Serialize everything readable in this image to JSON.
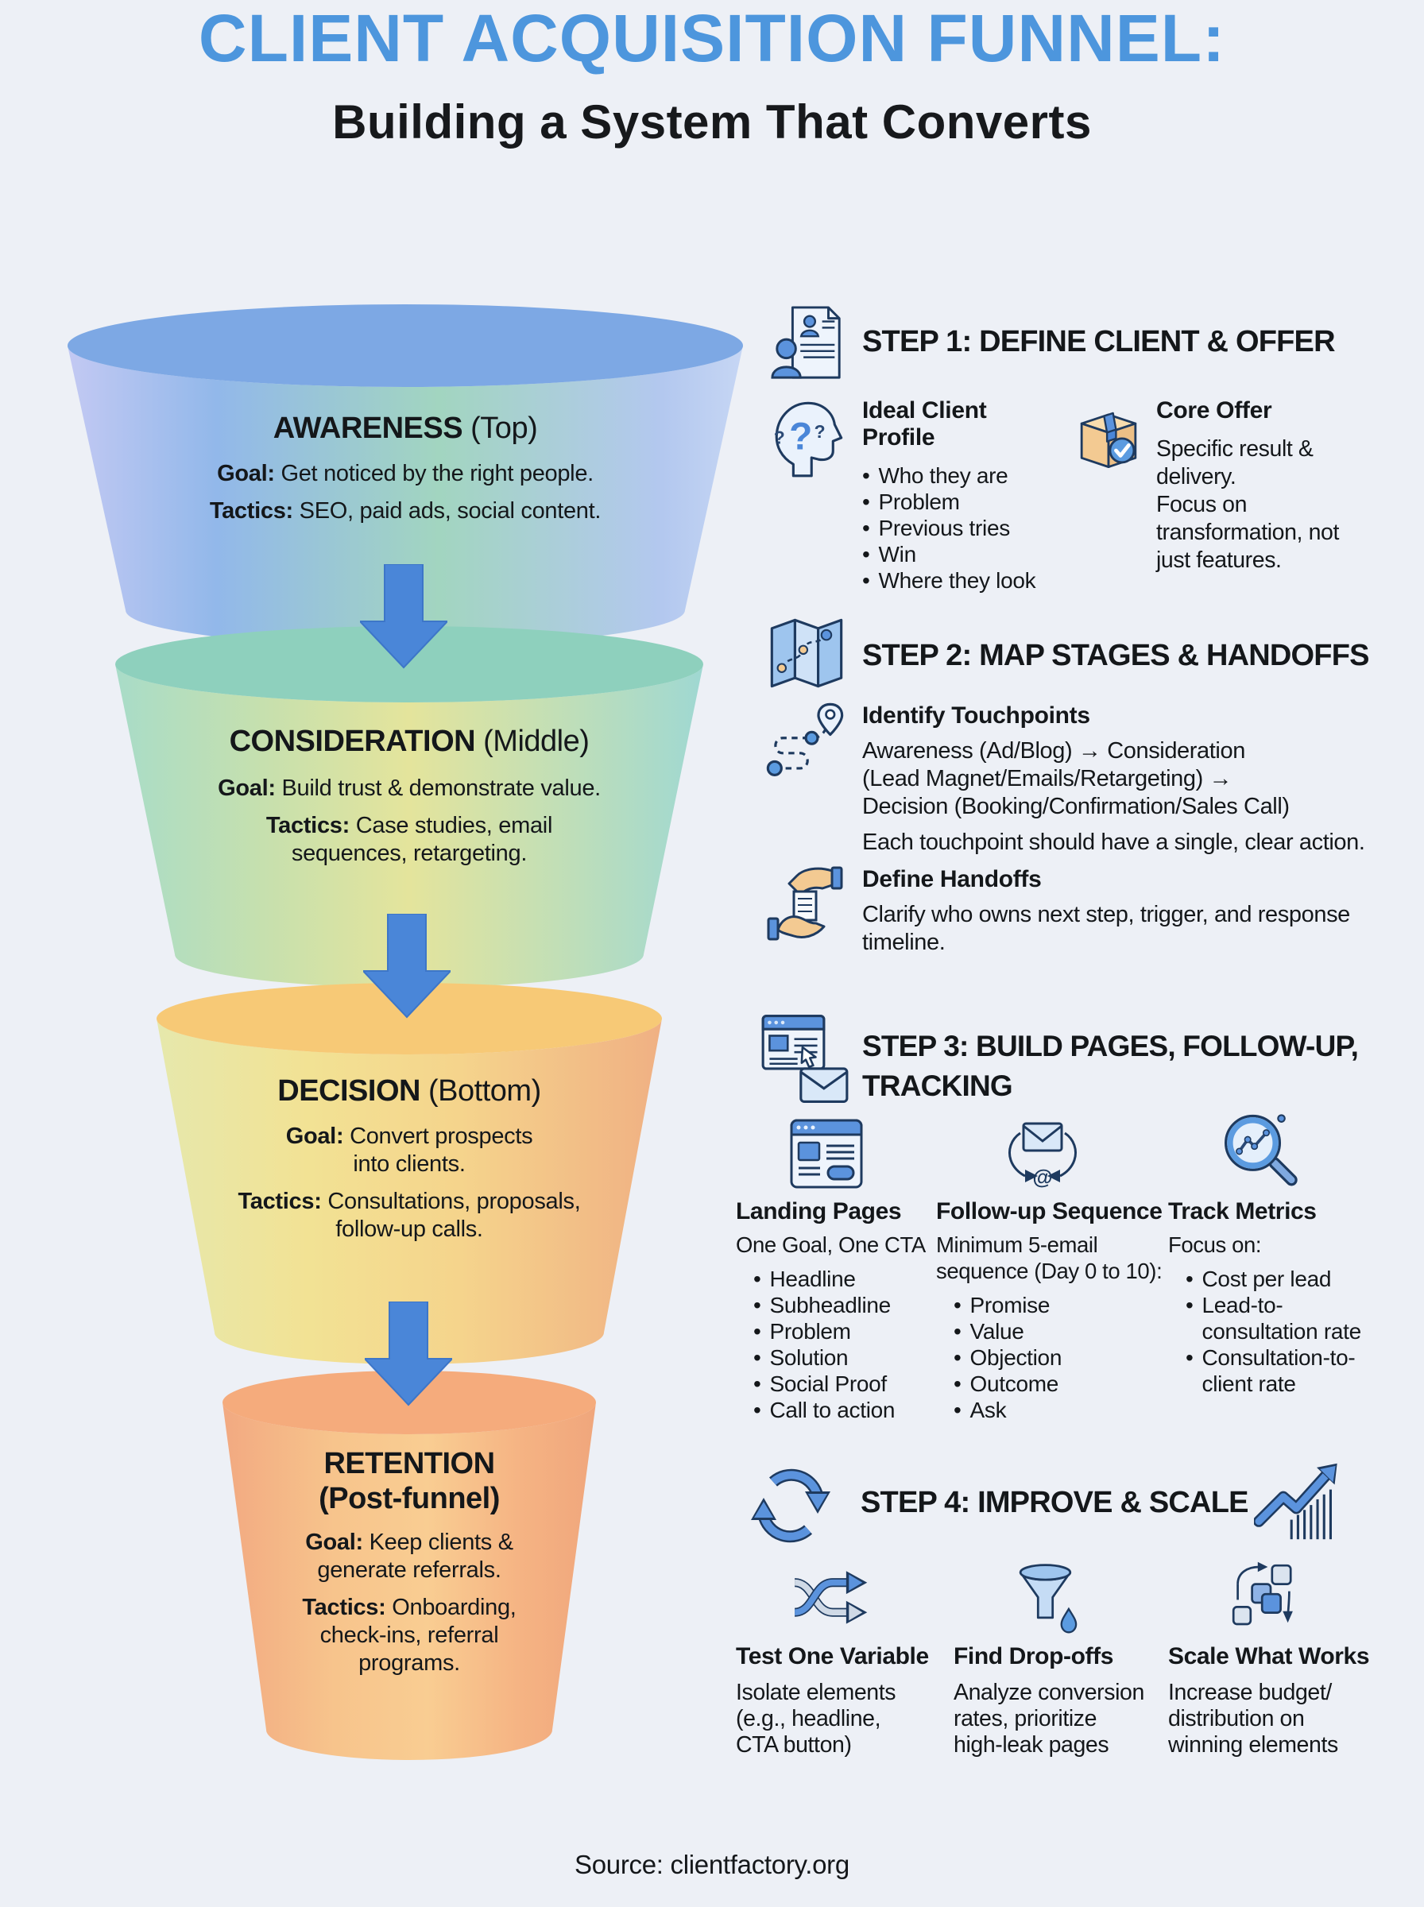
{
  "page": {
    "background": "#edf0f6",
    "title": "CLIENT ACQUISITION FUNNEL:",
    "title_color": "#4d96dd",
    "subtitle": "Building a System That Converts",
    "source": "Source: clientfactory.org"
  },
  "funnel": {
    "arrow_color": "#4a86d8",
    "arrow_icon": "down-arrow-icon",
    "stages": [
      {
        "name": "AWARENESS",
        "qualifier": "(Top)",
        "goal_label": "Goal:",
        "goal": "Get noticed by the right people.",
        "tactics_label": "Tactics:",
        "tactics": "SEO, paid ads, social content.",
        "rim_color": "#7da8e4"
      },
      {
        "name": "CONSIDERATION",
        "qualifier": "(Middle)",
        "goal_label": "Goal:",
        "goal": "Build trust & demonstrate value.",
        "tactics_label": "Tactics:",
        "tactics": "Case studies, email sequences, retargeting.",
        "rim_color": "#8ed0bd"
      },
      {
        "name": "DECISION",
        "qualifier": "(Bottom)",
        "goal_label": "Goal:",
        "goal": "Convert prospects into clients.",
        "tactics_label": "Tactics:",
        "tactics": "Consultations, proposals, follow-up calls.",
        "rim_color": "#f7c976"
      },
      {
        "name": "RETENTION",
        "qualifier": "(Post-funnel)",
        "goal_label": "Goal:",
        "goal": "Keep clients & generate referrals.",
        "tactics_label": "Tactics:",
        "tactics": "Onboarding, check-ins, referral programs.",
        "rim_color": "#f5ab7c"
      }
    ]
  },
  "steps": [
    {
      "title": "STEP 1: DEFINE CLIENT & OFFER",
      "icon": "people-document-icon",
      "columns": [
        {
          "icon": "thinking-head-icon",
          "title": "Ideal Client Profile",
          "bullets": [
            "Who they are",
            "Problem",
            "Previous tries",
            "Win",
            "Where they look"
          ]
        },
        {
          "icon": "package-check-icon",
          "title": "Core Offer",
          "text": "Specific result &\ndelivery.\nFocus on\ntransformation, not\njust features."
        }
      ]
    },
    {
      "title": "STEP 2: MAP STAGES & HANDOFFS",
      "icon": "map-icon",
      "sections": [
        {
          "icon": "route-pin-icon",
          "title": "Identify Touchpoints",
          "text": "Awareness (Ad/Blog) → Consideration\n(Lead Magnet/Emails/Retargeting) →\nDecision (Booking/Confirmation/Sales Call)",
          "note": "Each touchpoint should have a single, clear action."
        },
        {
          "icon": "handoff-hands-icon",
          "title": "Define Handoffs",
          "text": "Clarify who owns next step, trigger, and response\ntimeline."
        }
      ]
    },
    {
      "title": "STEP 3: BUILD PAGES, FOLLOW-UP,\nTRACKING",
      "icon": "webpage-email-icon",
      "columns": [
        {
          "icon": "landing-page-icon",
          "title": "Landing Pages",
          "subtitle": "One Goal, One CTA",
          "bullets": [
            "Headline",
            "Subheadline",
            "Problem",
            "Solution",
            "Social Proof",
            "Call to action"
          ]
        },
        {
          "icon": "email-loop-icon",
          "title": "Follow-up Sequence",
          "subtitle": "Minimum 5-email\nsequence (Day 0 to 10):",
          "bullets": [
            "Promise",
            "Value",
            "Objection",
            "Outcome",
            "Ask"
          ]
        },
        {
          "icon": "metrics-magnifier-icon",
          "title": "Track Metrics",
          "subtitle": "Focus on:",
          "bullets": [
            "Cost per lead",
            "Lead-to-consultation rate",
            "Consultation-to-client rate"
          ]
        }
      ]
    },
    {
      "title": "STEP 4: IMPROVE & SCALE",
      "icon": "cycle-arrows-icon",
      "icon_right": "growth-chart-icon",
      "columns": [
        {
          "icon": "shuffle-arrows-icon",
          "title": "Test One Variable",
          "text": "Isolate elements\n(e.g., headline,\nCTA button)"
        },
        {
          "icon": "funnel-drop-icon",
          "title": "Find Drop-offs",
          "text": "Analyze conversion\nrates, prioritize\nhigh-leak pages"
        },
        {
          "icon": "scale-blocks-icon",
          "title": "Scale What Works",
          "text": "Increase budget/\ndistribution on\nwinning elements"
        }
      ]
    }
  ]
}
